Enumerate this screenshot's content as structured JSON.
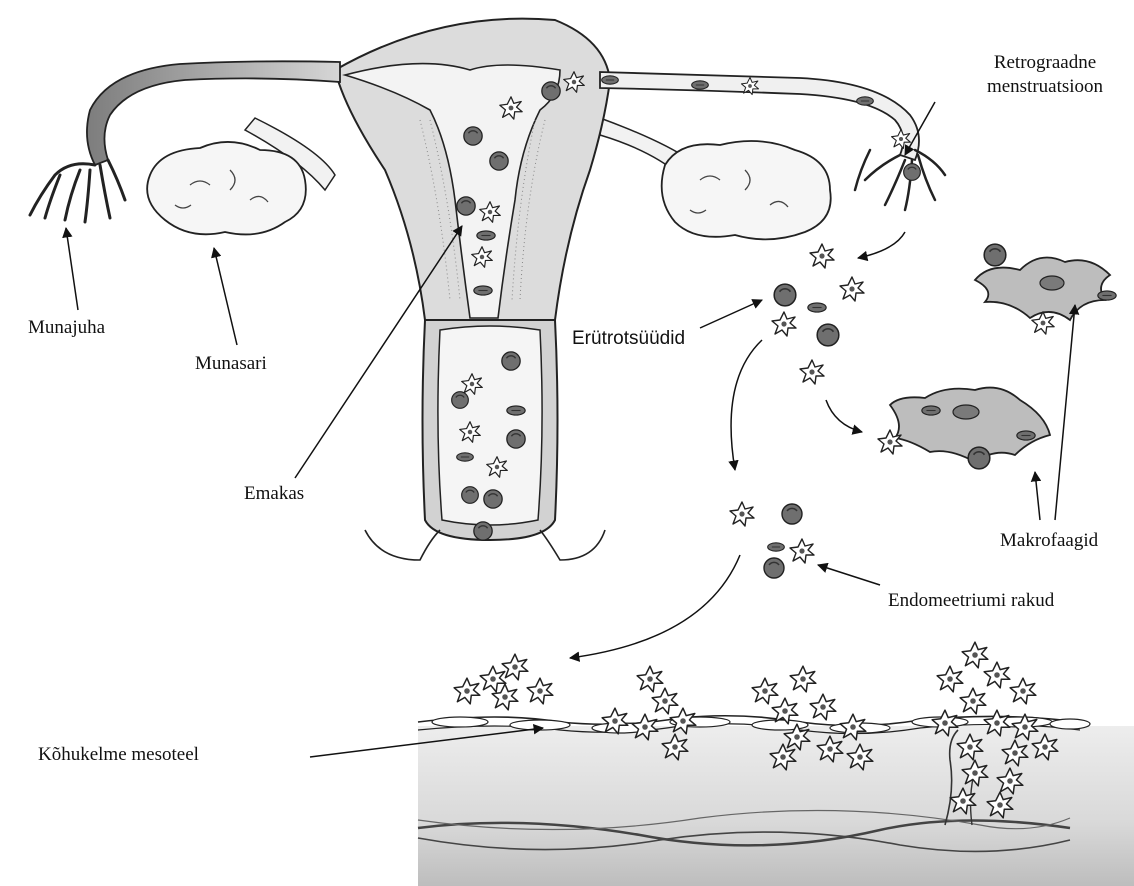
{
  "labels": {
    "fallopian_tube": "Munajuha",
    "ovary": "Munasari",
    "uterus": "Emakas",
    "erythrocytes": "Erütrotsüüdid",
    "retrograde_line1": "Retrograadne",
    "retrograde_line2": "menstruatsioon",
    "macrophages": "Makrofaagid",
    "endometrial_cells": "Endomeetriumi rakud",
    "peritoneal_mesothelium": "Kõhukelme mesoteel"
  },
  "colors": {
    "ink": "#222222",
    "tissue_light": "#e6e6e6",
    "tissue_mid": "#c9c9c9",
    "tissue_dark": "#9d9d9d",
    "erythrocyte": "#6f6f6f",
    "background": "#ffffff"
  }
}
